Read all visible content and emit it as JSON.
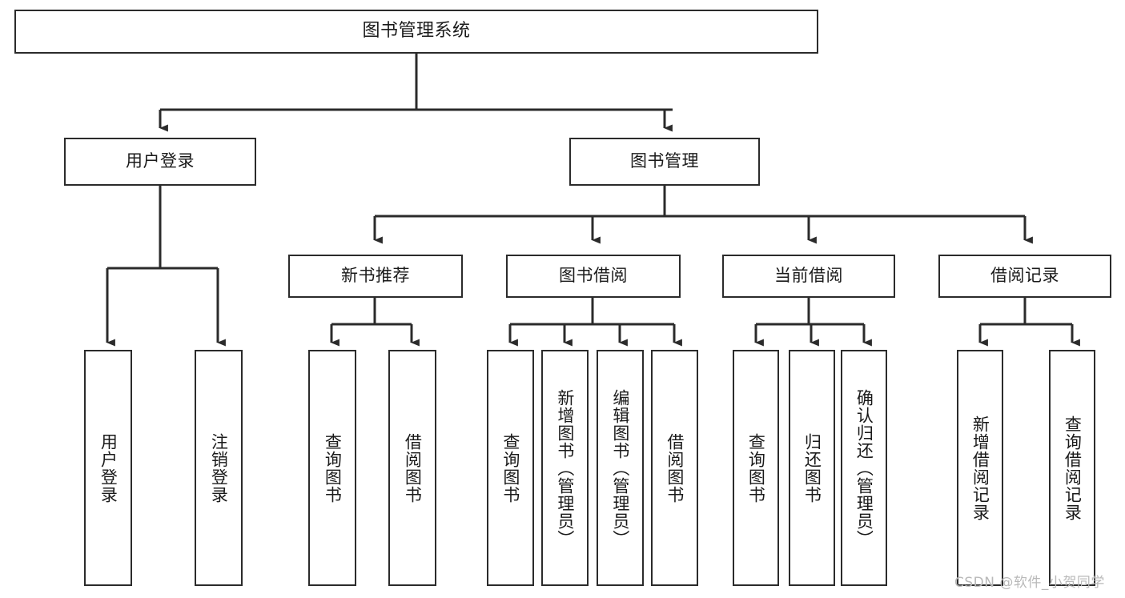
{
  "diagram": {
    "title": "图书管理系统",
    "type": "hierarchy-tree",
    "orientation": "top-down",
    "colors": {
      "box_border": "#2b2b2b",
      "box_fill": "#ffffff",
      "edge": "#2b2b2b",
      "text": "#1a1a1a",
      "watermark": "#b9b9b9",
      "background": "#ffffff"
    },
    "root": {
      "id": "root",
      "label": "图书管理系统"
    },
    "level2": [
      {
        "id": "user-login",
        "label": "用户登录"
      },
      {
        "id": "book-management",
        "label": "图书管理"
      }
    ],
    "level3": [
      {
        "id": "new-book-recommend",
        "label": "新书推荐",
        "parent": "book-management"
      },
      {
        "id": "book-borrow",
        "label": "图书借阅",
        "parent": "book-management"
      },
      {
        "id": "current-borrow",
        "label": "当前借阅",
        "parent": "book-management"
      },
      {
        "id": "borrow-record",
        "label": "借阅记录",
        "parent": "book-management"
      }
    ],
    "leaves": [
      {
        "id": "leaf-user-login",
        "label": "用户登录",
        "parent": "user-login"
      },
      {
        "id": "leaf-user-logout",
        "label": "注销登录",
        "parent": "user-login"
      },
      {
        "id": "leaf-query-book-1",
        "label": "查询图书",
        "parent": "new-book-recommend"
      },
      {
        "id": "leaf-borrow-book-1",
        "label": "借阅图书",
        "parent": "new-book-recommend"
      },
      {
        "id": "leaf-query-book-2",
        "label": "查询图书",
        "parent": "book-borrow"
      },
      {
        "id": "leaf-add-book",
        "label": "新增图书（管理员）",
        "parent": "book-borrow"
      },
      {
        "id": "leaf-edit-book",
        "label": "编辑图书（管理员）",
        "parent": "book-borrow"
      },
      {
        "id": "leaf-borrow-book-2",
        "label": "借阅图书",
        "parent": "book-borrow"
      },
      {
        "id": "leaf-query-book-3",
        "label": "查询图书",
        "parent": "current-borrow"
      },
      {
        "id": "leaf-return-book",
        "label": "归还图书",
        "parent": "current-borrow"
      },
      {
        "id": "leaf-confirm-return",
        "label": "确认归还（管理员）",
        "parent": "current-borrow"
      },
      {
        "id": "leaf-add-record",
        "label": "新增借阅记录",
        "parent": "borrow-record"
      },
      {
        "id": "leaf-query-record",
        "label": "查询借阅记录",
        "parent": "borrow-record"
      }
    ],
    "watermark": "CSDN @软件_小贺同学"
  }
}
